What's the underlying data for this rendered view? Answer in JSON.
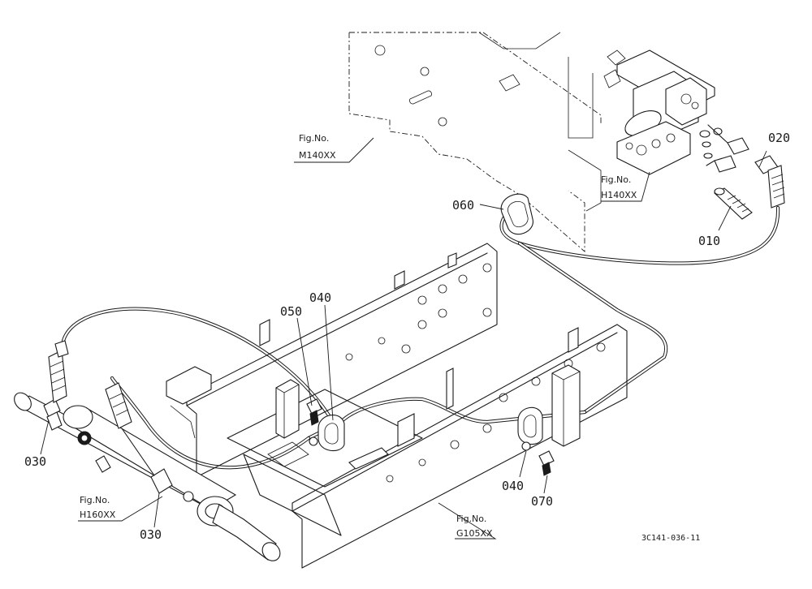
{
  "parts": [
    {
      "id": "p010",
      "label": "010"
    },
    {
      "id": "p020",
      "label": "020"
    },
    {
      "id": "p030a",
      "label": "030"
    },
    {
      "id": "p030b",
      "label": "030"
    },
    {
      "id": "p040a",
      "label": "040"
    },
    {
      "id": "p040b",
      "label": "040"
    },
    {
      "id": "p050",
      "label": "050"
    },
    {
      "id": "p060",
      "label": "060"
    },
    {
      "id": "p070",
      "label": "070"
    }
  ],
  "references": [
    {
      "id": "m140",
      "line1": "Fig.No.",
      "line2": "M140XX"
    },
    {
      "id": "h140",
      "line1": "Fig.No.",
      "line2": "H140XX"
    },
    {
      "id": "h160",
      "line1": "Fig.No.",
      "line2": "H160XX"
    },
    {
      "id": "g105",
      "line1": "Fig.No.",
      "line2": "G105XX"
    }
  ],
  "drawing_code": "3C141-036-11"
}
